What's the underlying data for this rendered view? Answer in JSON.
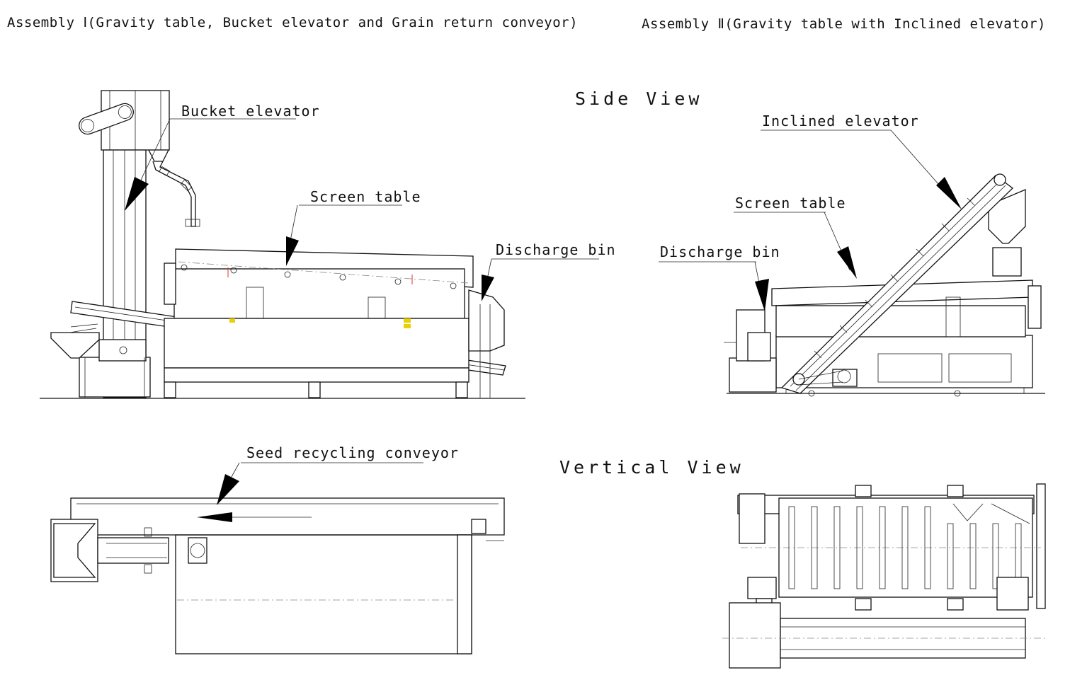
{
  "titles": {
    "assembly_1": "Assembly Ⅰ(Gravity table, Bucket elevator and Grain return conveyor)",
    "assembly_2": "Assembly Ⅱ(Gravity table with Inclined elevator)"
  },
  "views": {
    "side": "Side View",
    "vertical": "Vertical View"
  },
  "callouts": {
    "bucket_elevator": "Bucket elevator",
    "screen_table_1": "Screen table",
    "discharge_bin_1": "Discharge bin",
    "seed_recycling_conveyor": "Seed recycling conveyor",
    "inclined_elevator": "Inclined elevator",
    "screen_table_2": "Screen table",
    "discharge_bin_2": "Discharge bin"
  },
  "colors": {
    "line": "#111111",
    "background": "#ffffff",
    "accent": "#e8d200",
    "centerline": "#888888"
  }
}
